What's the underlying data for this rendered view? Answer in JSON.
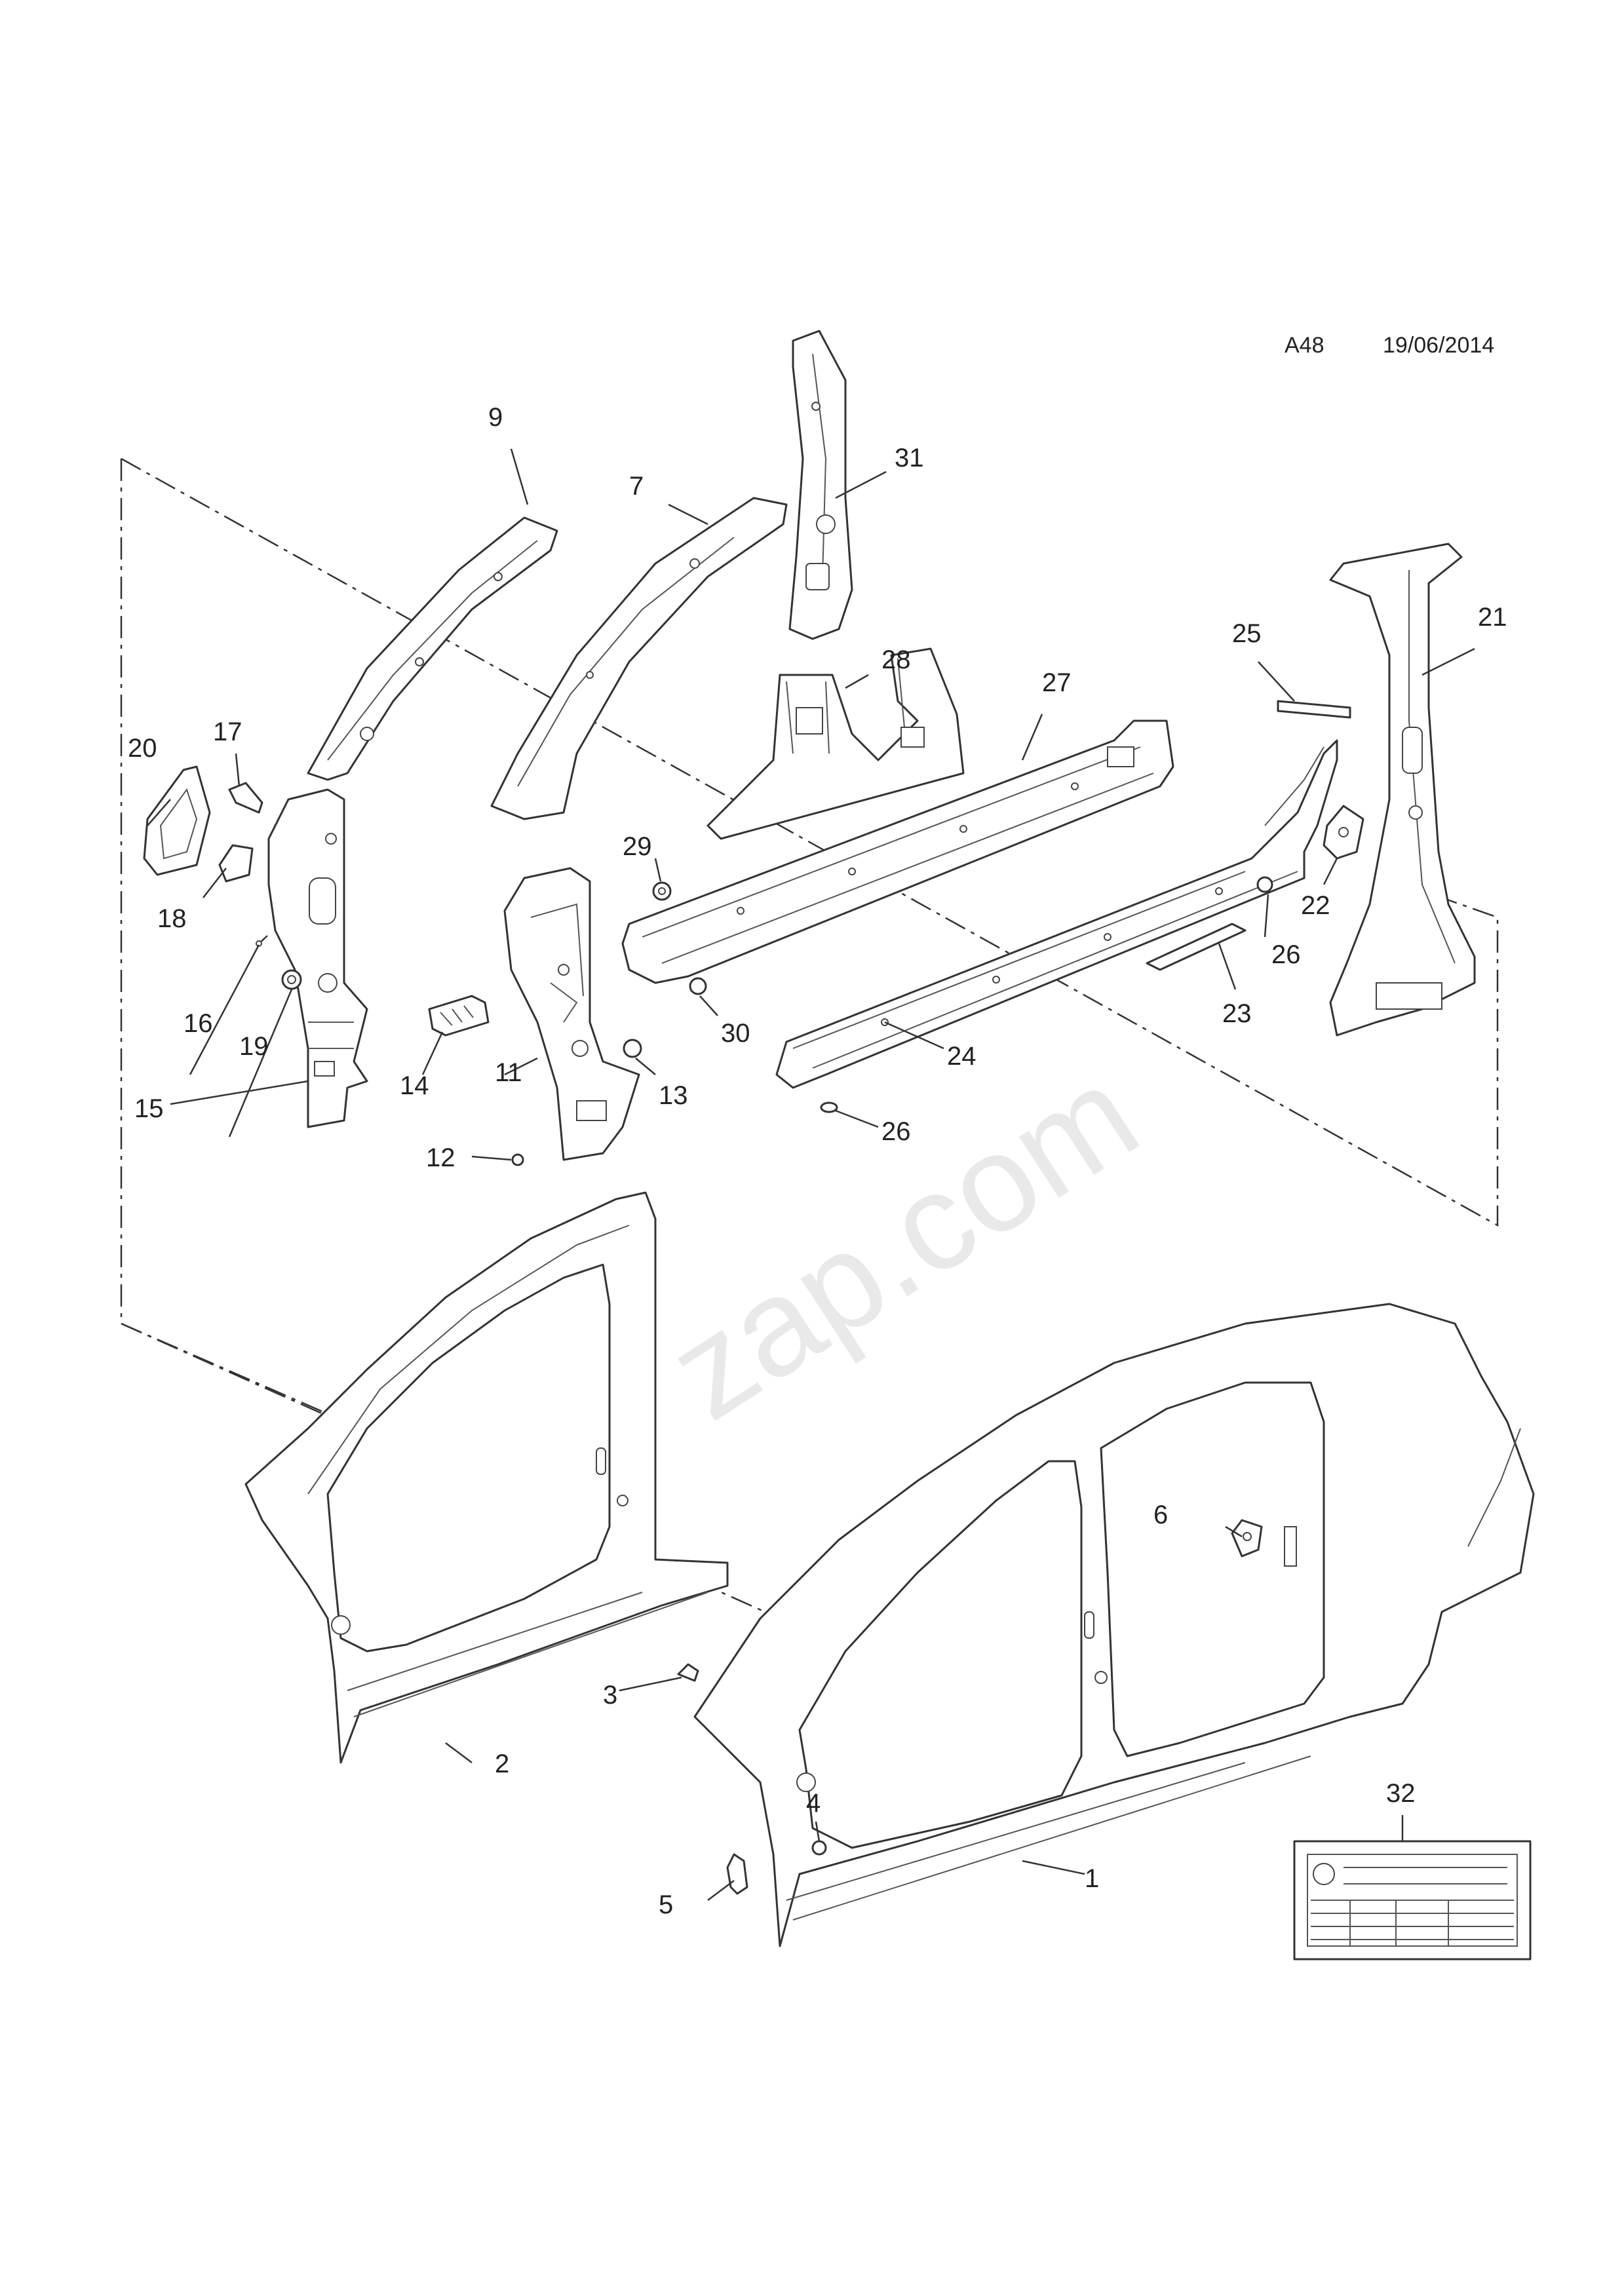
{
  "header": {
    "code": "A48",
    "date": "19/06/2014"
  },
  "watermark": "zap.com",
  "callouts": {
    "c1": "1",
    "c2": "2",
    "c3": "3",
    "c4": "4",
    "c5": "5",
    "c6": "6",
    "c7": "7",
    "c9": "9",
    "c11": "11",
    "c12": "12",
    "c13": "13",
    "c14": "14",
    "c15": "15",
    "c16": "16",
    "c17": "17",
    "c18": "18",
    "c19": "19",
    "c20": "20",
    "c21": "21",
    "c22": "22",
    "c23": "23",
    "c24": "24",
    "c25": "25",
    "c26a": "26",
    "c26b": "26",
    "c27": "27",
    "c28": "28",
    "c29": "29",
    "c30": "30",
    "c31": "31",
    "c32": "32"
  },
  "colors": {
    "line": "#333333",
    "watermark": "#d8d8d8",
    "background": "#ffffff"
  }
}
